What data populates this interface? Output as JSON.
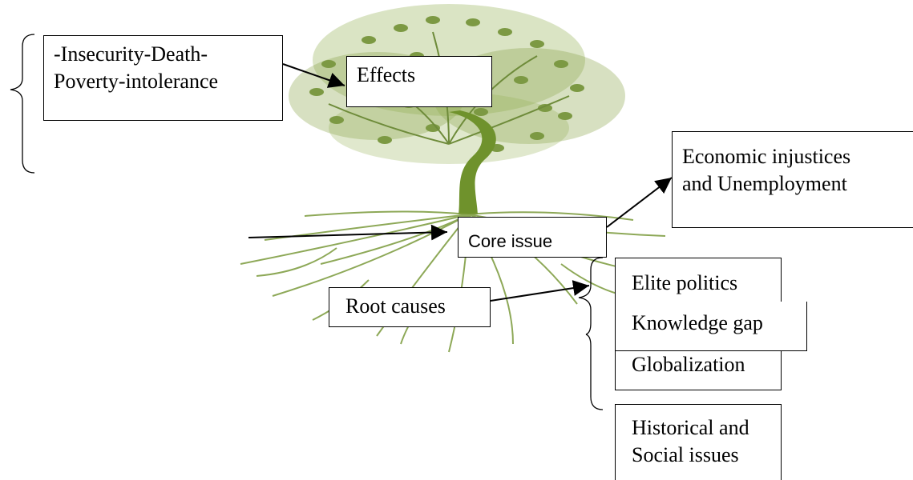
{
  "effects_list": [
    "-Insecurity-Death-",
    "Poverty-intolerance"
  ],
  "effects": "Effects",
  "economic": [
    "Economic injustices",
    "and Unemployment"
  ],
  "core_issue": "Core issue",
  "root_causes": "Root causes",
  "causes": [
    "Elite politics",
    "Knowledge gap",
    "Globalization"
  ],
  "historical": [
    "Historical and",
    "Social issues"
  ],
  "colors": {
    "tree": "#6a8a2a",
    "leaf": "#7e9c3a",
    "line": "#000000"
  }
}
